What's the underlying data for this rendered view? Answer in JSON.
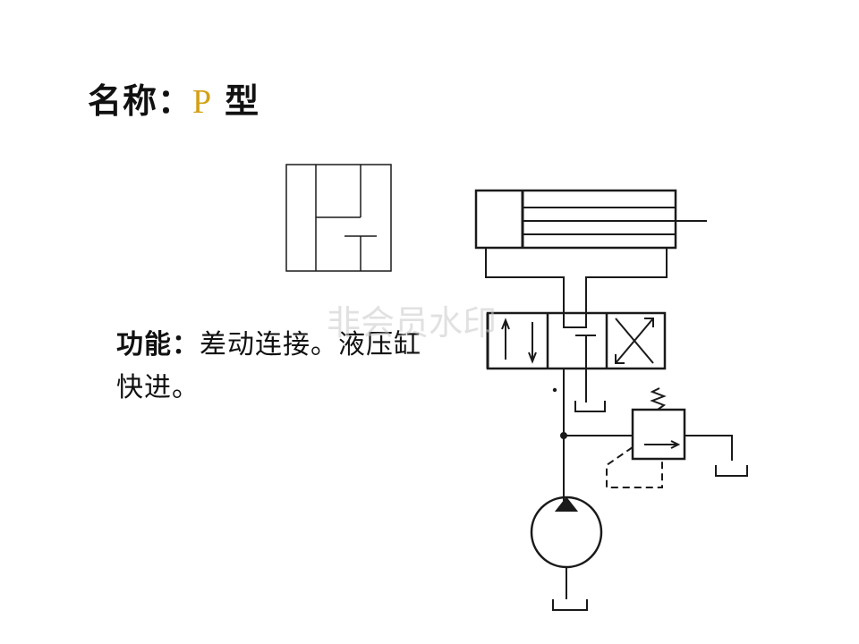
{
  "title": {
    "prefix": "名称：",
    "type_letter": "P",
    "suffix": "型",
    "type_letter_color": "#d4a017"
  },
  "function_text": {
    "label": "功能：",
    "body": "差动连接。液压缸快进。"
  },
  "watermark": "非会员水印",
  "icons": [
    "valve-p-symbol-icon",
    "hydraulic-circuit-icon",
    "pump-icon",
    "relief-valve-icon",
    "cylinder-icon",
    "tank-icon"
  ]
}
